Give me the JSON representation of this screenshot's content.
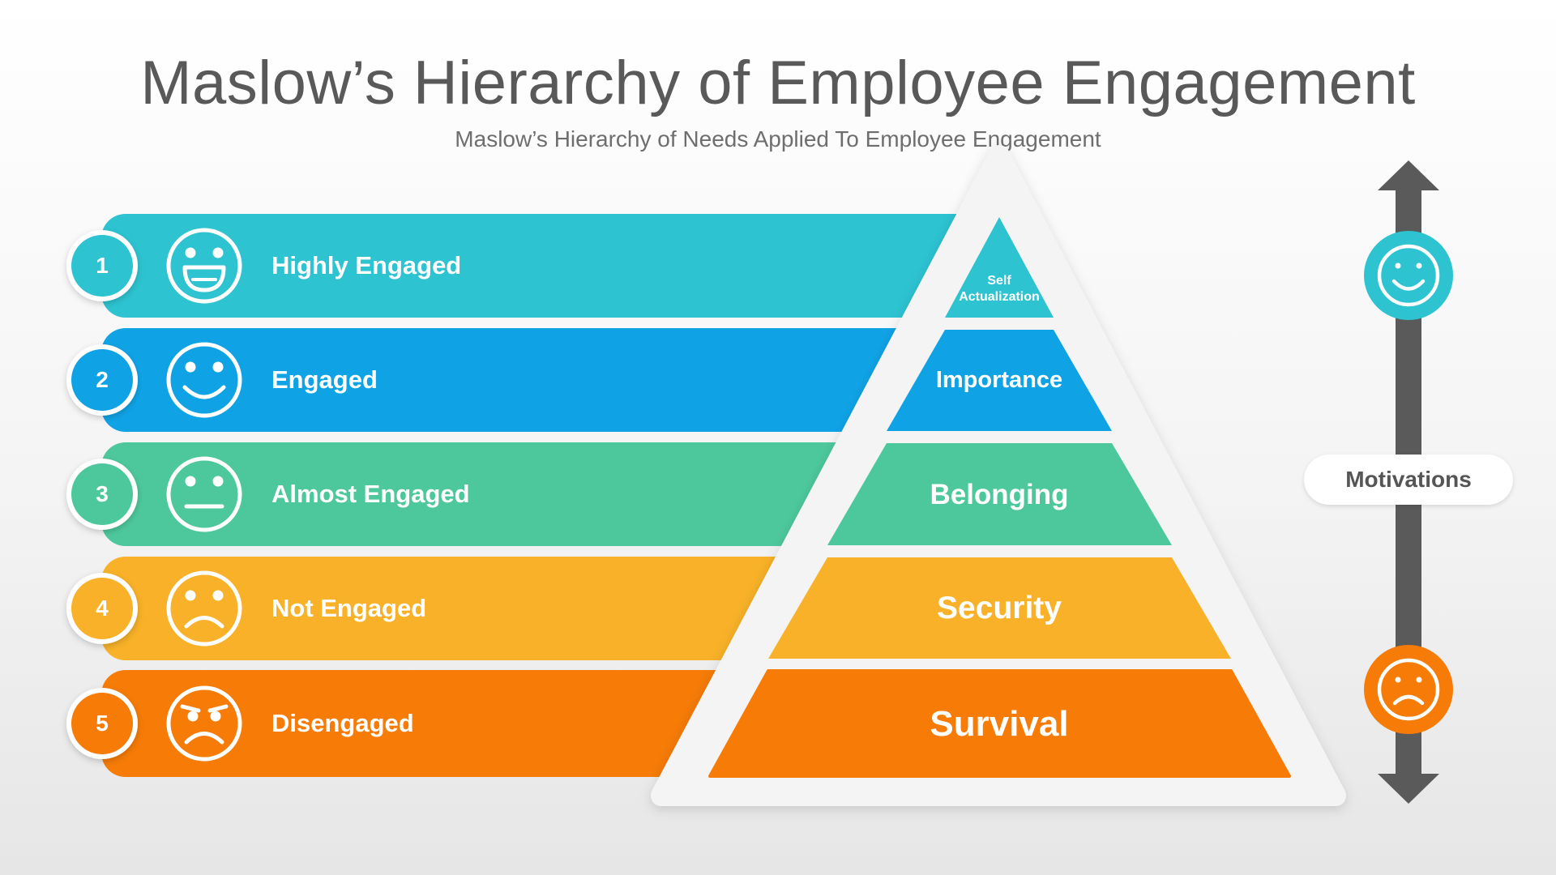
{
  "title": "Maslow’s Hierarchy of Employee Engagement",
  "subtitle": "Maslow’s Hierarchy of Needs Applied To Employee Engagement",
  "rows": [
    {
      "number": "1",
      "label": "Highly Engaged",
      "tier": "Self Actualization",
      "face_icon": "very-happy-face-icon",
      "color": "#2DC3D1"
    },
    {
      "number": "2",
      "label": "Engaged",
      "tier": "Importance",
      "face_icon": "happy-face-icon",
      "color": "#0FA3E6"
    },
    {
      "number": "3",
      "label": "Almost Engaged",
      "tier": "Belonging",
      "face_icon": "neutral-face-icon",
      "color": "#4DC89C"
    },
    {
      "number": "4",
      "label": "Not Engaged",
      "tier": "Security",
      "face_icon": "sad-face-icon",
      "color": "#F8B128"
    },
    {
      "number": "5",
      "label": "Disengaged",
      "tier": "Survival",
      "face_icon": "angry-face-icon",
      "color": "#F67B07"
    }
  ],
  "motivations": {
    "label": "Motivations",
    "top_icon": "happy-face-icon",
    "bottom_icon": "sad-face-icon",
    "top_color": "#2DC3D1",
    "bottom_color": "#F67B07",
    "arrow_color": "#5A5A5A",
    "arrow_icon": "double-arrow-icon"
  }
}
